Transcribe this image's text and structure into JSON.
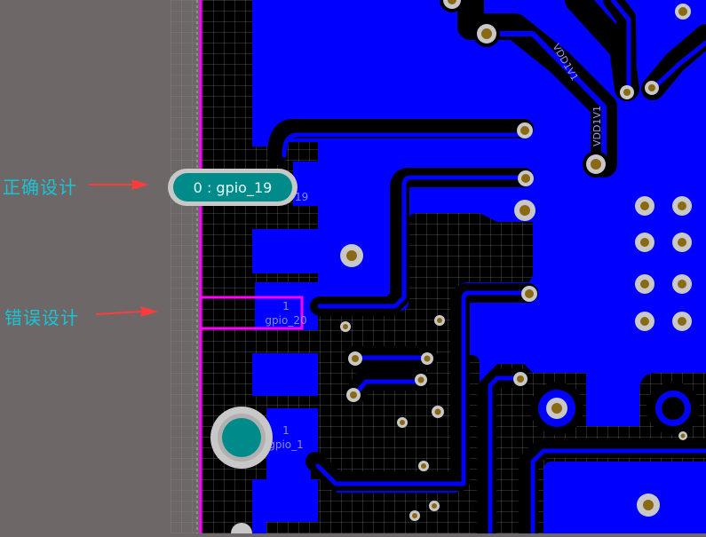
{
  "annotations": {
    "correct": "正确设计",
    "wrong": "错误设计"
  },
  "pads": {
    "gpio19_label": "0 : gpio_19",
    "gpio19_partial": "19",
    "gpio20_num": "1",
    "gpio20_name": "gpio_20",
    "gpio1_num": "1",
    "gpio1_name": "gpio_1"
  },
  "nets": {
    "vdd_a": "VDD1V1",
    "vdd_b": "VDD1V1"
  },
  "colors": {
    "copper": "#0000ff",
    "board_bg": "#000000",
    "outline": "#ff00ff",
    "via_ring": "#c8c8c8",
    "via_hole": "#8b6914",
    "pad_teal": "#008b8b",
    "annotation_text": "#19c3d6",
    "arrow": "#ff3b3b"
  }
}
